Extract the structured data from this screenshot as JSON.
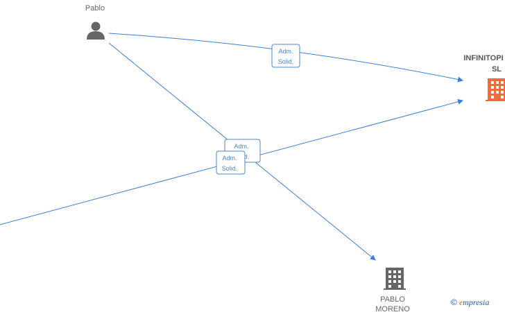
{
  "diagram": {
    "nodes": [
      {
        "id": "pablo",
        "type": "person",
        "label_lines": [
          "Pablo"
        ],
        "color": "#666666",
        "label_color": "#666666"
      },
      {
        "id": "infinitop",
        "type": "company",
        "label_lines": [
          "INFINITOPI",
          "SL"
        ],
        "color": "#f26b3a",
        "label_color": "#555555"
      },
      {
        "id": "pablo_moreno",
        "type": "company",
        "label_lines": [
          "PABLO",
          "MORENO"
        ],
        "color": "#666666",
        "label_color": "#666666"
      }
    ],
    "edges": [
      {
        "from": "pablo",
        "to": "infinitop",
        "label_lines": [
          "Adm.",
          "Solid."
        ]
      },
      {
        "from": "pablo",
        "to": "pablo_moreno",
        "label_lines": [
          "Adm.",
          "Solid."
        ]
      },
      {
        "from": "offscreen-left",
        "to": "infinitop",
        "label_lines": [
          "Adm.",
          "Solid."
        ]
      }
    ],
    "edge_color": "#3a7fd5"
  },
  "watermark": {
    "copyright_symbol": "©",
    "brand_initial": "e",
    "brand_rest": "mpresia"
  }
}
